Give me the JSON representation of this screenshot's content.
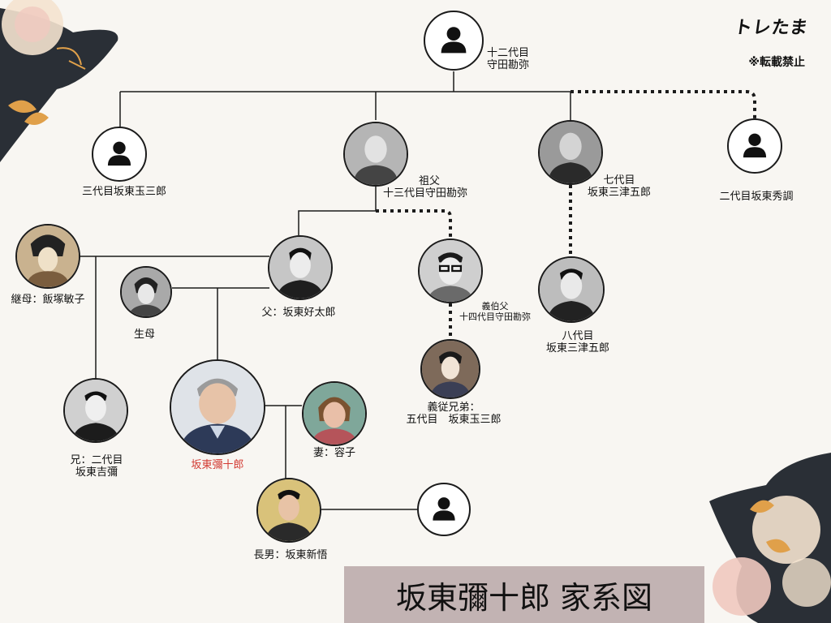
{
  "brand": "トレたま",
  "notice": "※転載禁止",
  "title": "坂東彌十郎 家系図",
  "people": {
    "kanya12": {
      "lines": [
        "十二代目",
        "守田勘弥"
      ],
      "icon": "person-silhouette-icon"
    },
    "tamasaburo3": {
      "lines": [
        "三代目坂東玉三郎"
      ],
      "icon": "person-silhouette-icon"
    },
    "grandfather": {
      "lines": [
        "祖父",
        "十三代目守田勘弥"
      ],
      "icon": "portrait-photo"
    },
    "mitsugoro7": {
      "lines": [
        "七代目",
        "坂東三津五郎"
      ],
      "icon": "portrait-photo"
    },
    "shucho2": {
      "lines": [
        "二代目坂東秀調"
      ],
      "icon": "person-silhouette-icon"
    },
    "stepmother": {
      "lines": [
        "継母：飯塚敏子"
      ],
      "icon": "portrait-photo"
    },
    "father": {
      "lines": [
        "父：坂東好太郎"
      ],
      "icon": "portrait-photo"
    },
    "mother": {
      "lines": [
        "生母"
      ],
      "icon": "portrait-photo"
    },
    "uncle": {
      "lines": [
        "義伯父",
        "十四代目守田勘弥"
      ],
      "icon": "portrait-photo"
    },
    "mitsugoro8": {
      "lines": [
        "八代目",
        "坂東三津五郎"
      ],
      "icon": "portrait-photo"
    },
    "cousin": {
      "lines": [
        "義従兄弟：",
        "五代目　坂東玉三郎"
      ],
      "icon": "portrait-photo"
    },
    "brother": {
      "lines": [
        "兄：二代目",
        "坂東吉彌"
      ],
      "icon": "portrait-photo"
    },
    "yajuro": {
      "lines": [
        "坂東彌十郎"
      ],
      "icon": "portrait-photo"
    },
    "wife": {
      "lines": [
        "妻：容子"
      ],
      "icon": "portrait-photo"
    },
    "son": {
      "lines": [
        "長男：坂東新悟"
      ],
      "icon": "portrait-photo"
    },
    "sonPartner": {
      "lines": [],
      "icon": "person-silhouette-icon"
    }
  },
  "colors": {
    "background": "#f8f6f2",
    "line": "#1b1b1b",
    "highlight": "#d23a32",
    "titleBox": "#c2b3b3",
    "decoDark": "#2a2f36",
    "decoOrange": "#e0a04a",
    "decoPink": "#f0c9bf"
  }
}
